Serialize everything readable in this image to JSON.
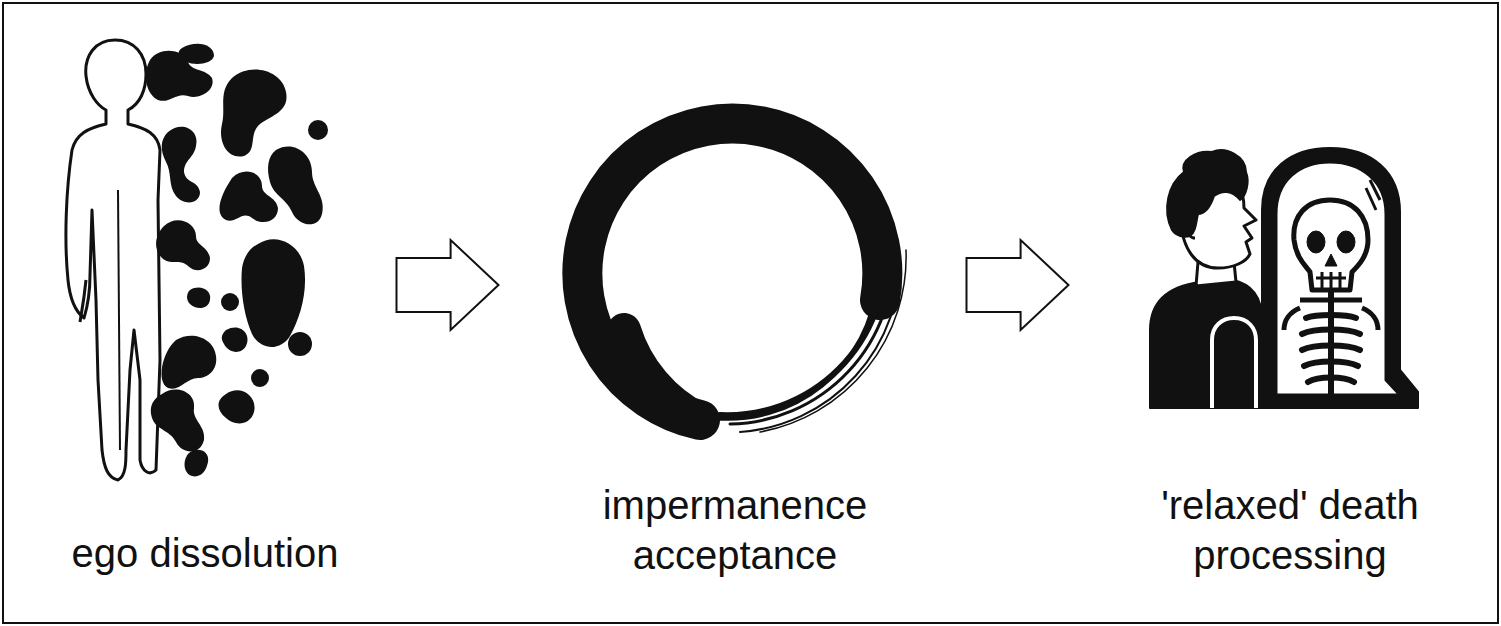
{
  "diagram": {
    "nodes": [
      {
        "text": [
          "ego dissolution"
        ]
      },
      {
        "text": [
          "impermanence acceptance"
        ]
      },
      {
        "text": [
          "'relaxed' death processing"
        ]
      }
    ],
    "edges": [
      {
        "from": 0,
        "to": 1,
        "arrow": "to"
      },
      {
        "from": 1,
        "to": 2,
        "arrow": "to"
      }
    ]
  }
}
